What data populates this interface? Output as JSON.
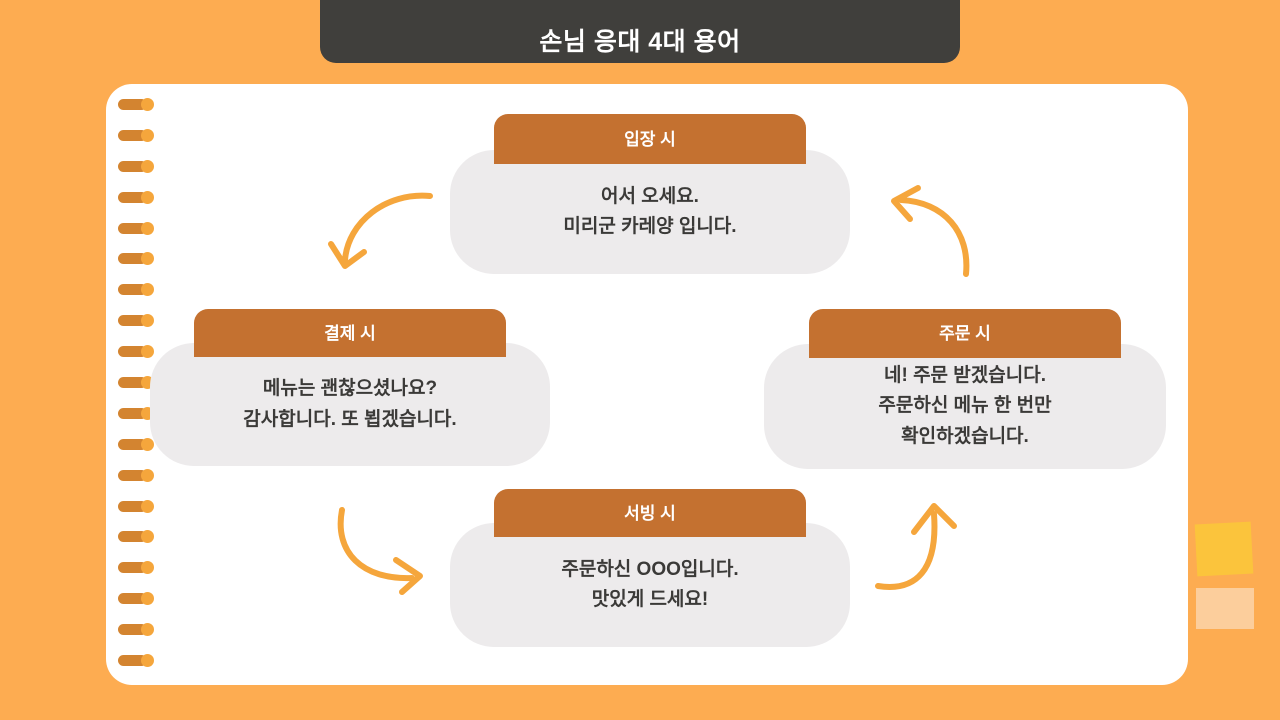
{
  "page": {
    "background_color": "#FDAC51",
    "notebook_color": "#FFFFFF"
  },
  "header": {
    "title": "손님 응대 4대 용어",
    "bar_color": "#403F3C",
    "text_color": "#FFFFFF"
  },
  "cards": {
    "top": {
      "heading": "입장 시",
      "body": "어서 오세요.\n미리군 카레양 입니다."
    },
    "right": {
      "heading": "주문 시",
      "body": "네! 주문 받겠습니다.\n주문하신 메뉴 한 번만\n확인하겠습니다."
    },
    "bottom": {
      "heading": "서빙 시",
      "body": "주문하신 OOO입니다.\n맛있게 드세요!"
    },
    "left": {
      "heading": "결제 시",
      "body": "메뉴는 괜찮으셨나요?\n감사합니다. 또 뵙겠습니다."
    }
  },
  "arrows": {
    "color": "#F5A63C",
    "top_left": "arrow-curve-down-left",
    "top_right": "arrow-curve-up-left",
    "bottom_left": "arrow-curve-down-right",
    "bottom_right": "arrow-curve-up"
  },
  "decor": {
    "spiral_ring_count": 19,
    "spiral_bar_color": "#D38430",
    "spiral_cap_color": "#F5A63C",
    "sticky_note_yellow_color": "#FBC43C",
    "sticky_note_peach_color": "#FCCE9C"
  }
}
